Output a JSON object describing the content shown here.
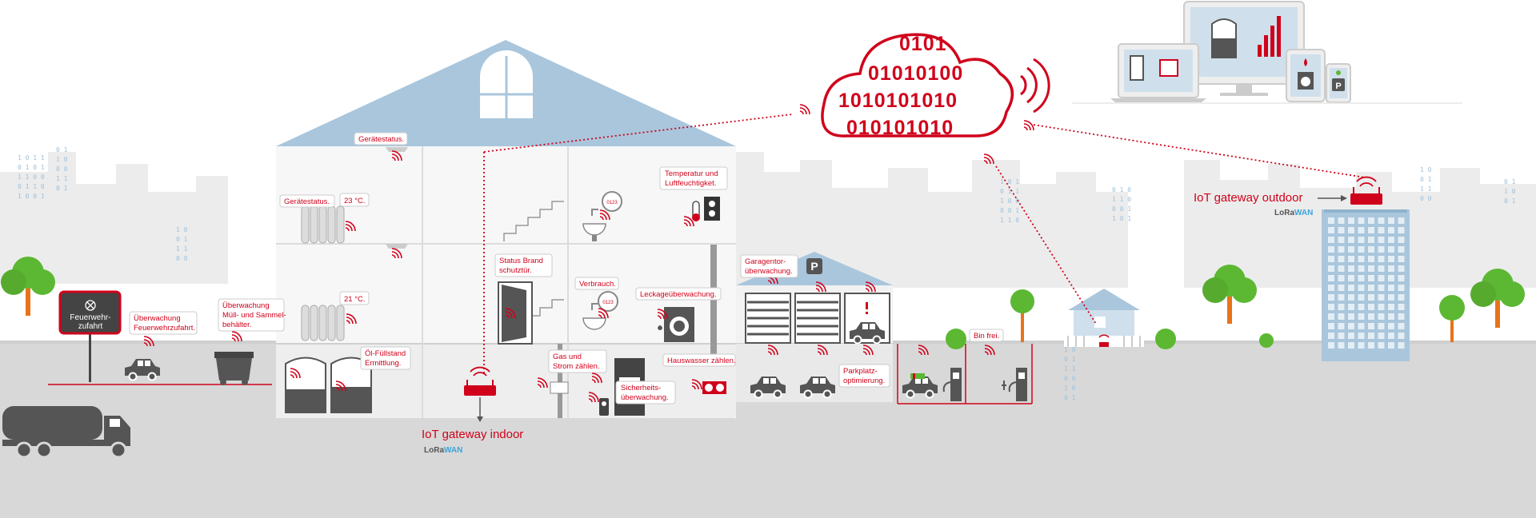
{
  "cloud": {
    "binary_lines": [
      "0101",
      "01010100",
      "1010101010",
      "010101010"
    ]
  },
  "gateways": {
    "indoor": "IoT gateway indoor",
    "outdoor": "IoT gateway outdoor",
    "lorawan": "LoRaWAN"
  },
  "sign": {
    "line1": "Feuerwehr-",
    "line2": "zufahrt"
  },
  "labels": {
    "geraetestatus_top": "Gerätestatus.",
    "geraetestatus_left": "Gerätestatus.",
    "temp_23": "23 °C.",
    "temp_21": "21 °C.",
    "temperatur_1": "Temperatur und",
    "temperatur_2": "Luftfeuchtigket.",
    "status_brand_1": "Status Brand",
    "status_brand_2": "schutztür.",
    "verbrauch": "Verbrauch.",
    "leckage": "Leckageüberwachung.",
    "garagentor_1": "Garagentor-",
    "garagentor_2": "überwachung.",
    "muell_1": "Überwachung",
    "muell_2": "Müll- und Sammel-",
    "muell_3": "behälter.",
    "feuerwehr_1": "Überwachung",
    "feuerwehr_2": "Feuerwehrzufahrt.",
    "oel_1": "Öl-Füllstand",
    "oel_2": "Ermittlung.",
    "gas_1": "Gas und",
    "gas_2": "Strom zählen.",
    "sicherheit_1": "Sicherheits-",
    "sicherheit_2": "überwachung.",
    "hauswasser": "Hauswasser zählen.",
    "parkplatz_1": "Parkplatz-",
    "parkplatz_2": "optimierung.",
    "bin_frei": "Bin frei.",
    "meter_a": "0123",
    "meter_b": "0123",
    "garage_p": "P",
    "phone_p": "P"
  }
}
